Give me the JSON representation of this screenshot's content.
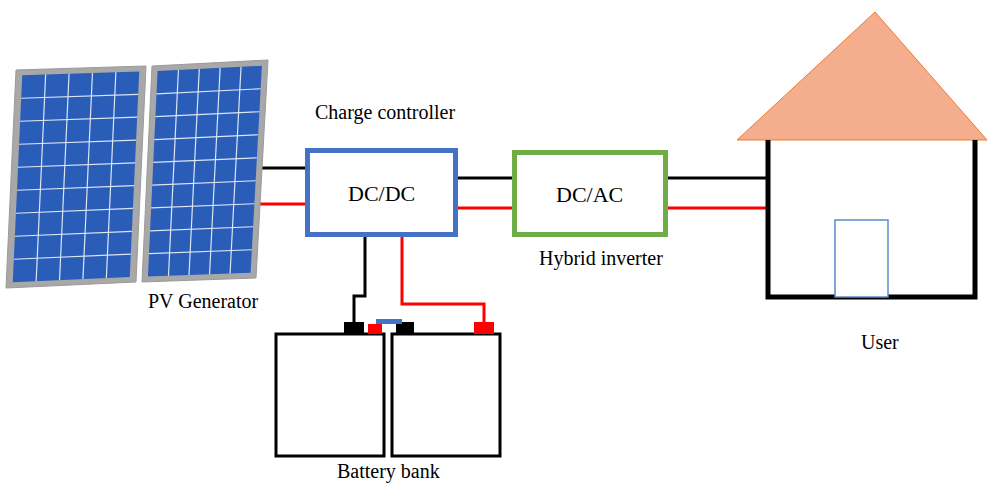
{
  "diagram": {
    "nodes": [
      {
        "text": [
          "PV Generator"
        ]
      },
      {
        "text": [
          "Charge controller",
          "DC/DC"
        ]
      },
      {
        "text": [
          "DC/AC",
          "Hybrid inverter"
        ]
      },
      {
        "text": [
          "User"
        ]
      },
      {
        "text": [
          "Battery bank"
        ]
      }
    ],
    "edges": [
      {
        "from": 0,
        "to": 1,
        "arrow": "none"
      },
      {
        "from": 1,
        "to": 2,
        "arrow": "none"
      },
      {
        "from": 2,
        "to": 3,
        "arrow": "none"
      },
      {
        "from": 1,
        "to": 4,
        "arrow": "none"
      }
    ]
  }
}
